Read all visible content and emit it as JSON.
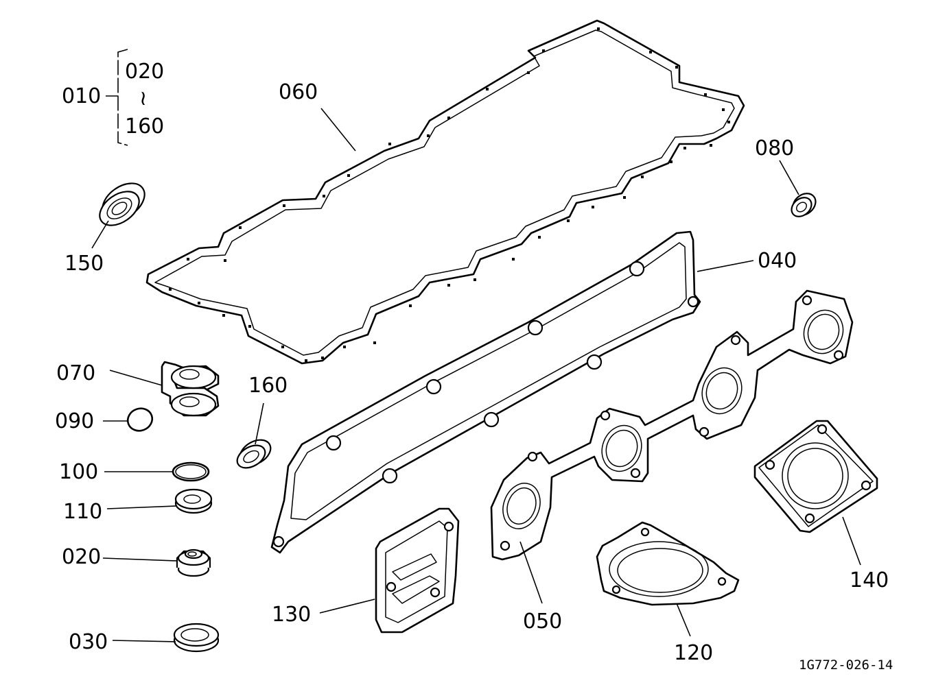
{
  "labels": {
    "l010": "010",
    "l020_range": "020",
    "tilde": "≀",
    "l160_range": "160",
    "l060": "060",
    "l080": "080",
    "l150": "150",
    "l040": "040",
    "l070": "070",
    "l160": "160",
    "l090": "090",
    "l100": "100",
    "l110": "110",
    "l020": "020",
    "l030": "030",
    "l130": "130",
    "l050": "050",
    "l120": "120",
    "l140": "140"
  },
  "drawing_code": "1G772-026-14",
  "icons": {
    "oil_seal": "oil-seal-icon",
    "o_ring": "o-ring-icon",
    "gasket": "gasket-icon"
  },
  "colors": {
    "ink": "#000000",
    "paper": "#ffffff"
  }
}
